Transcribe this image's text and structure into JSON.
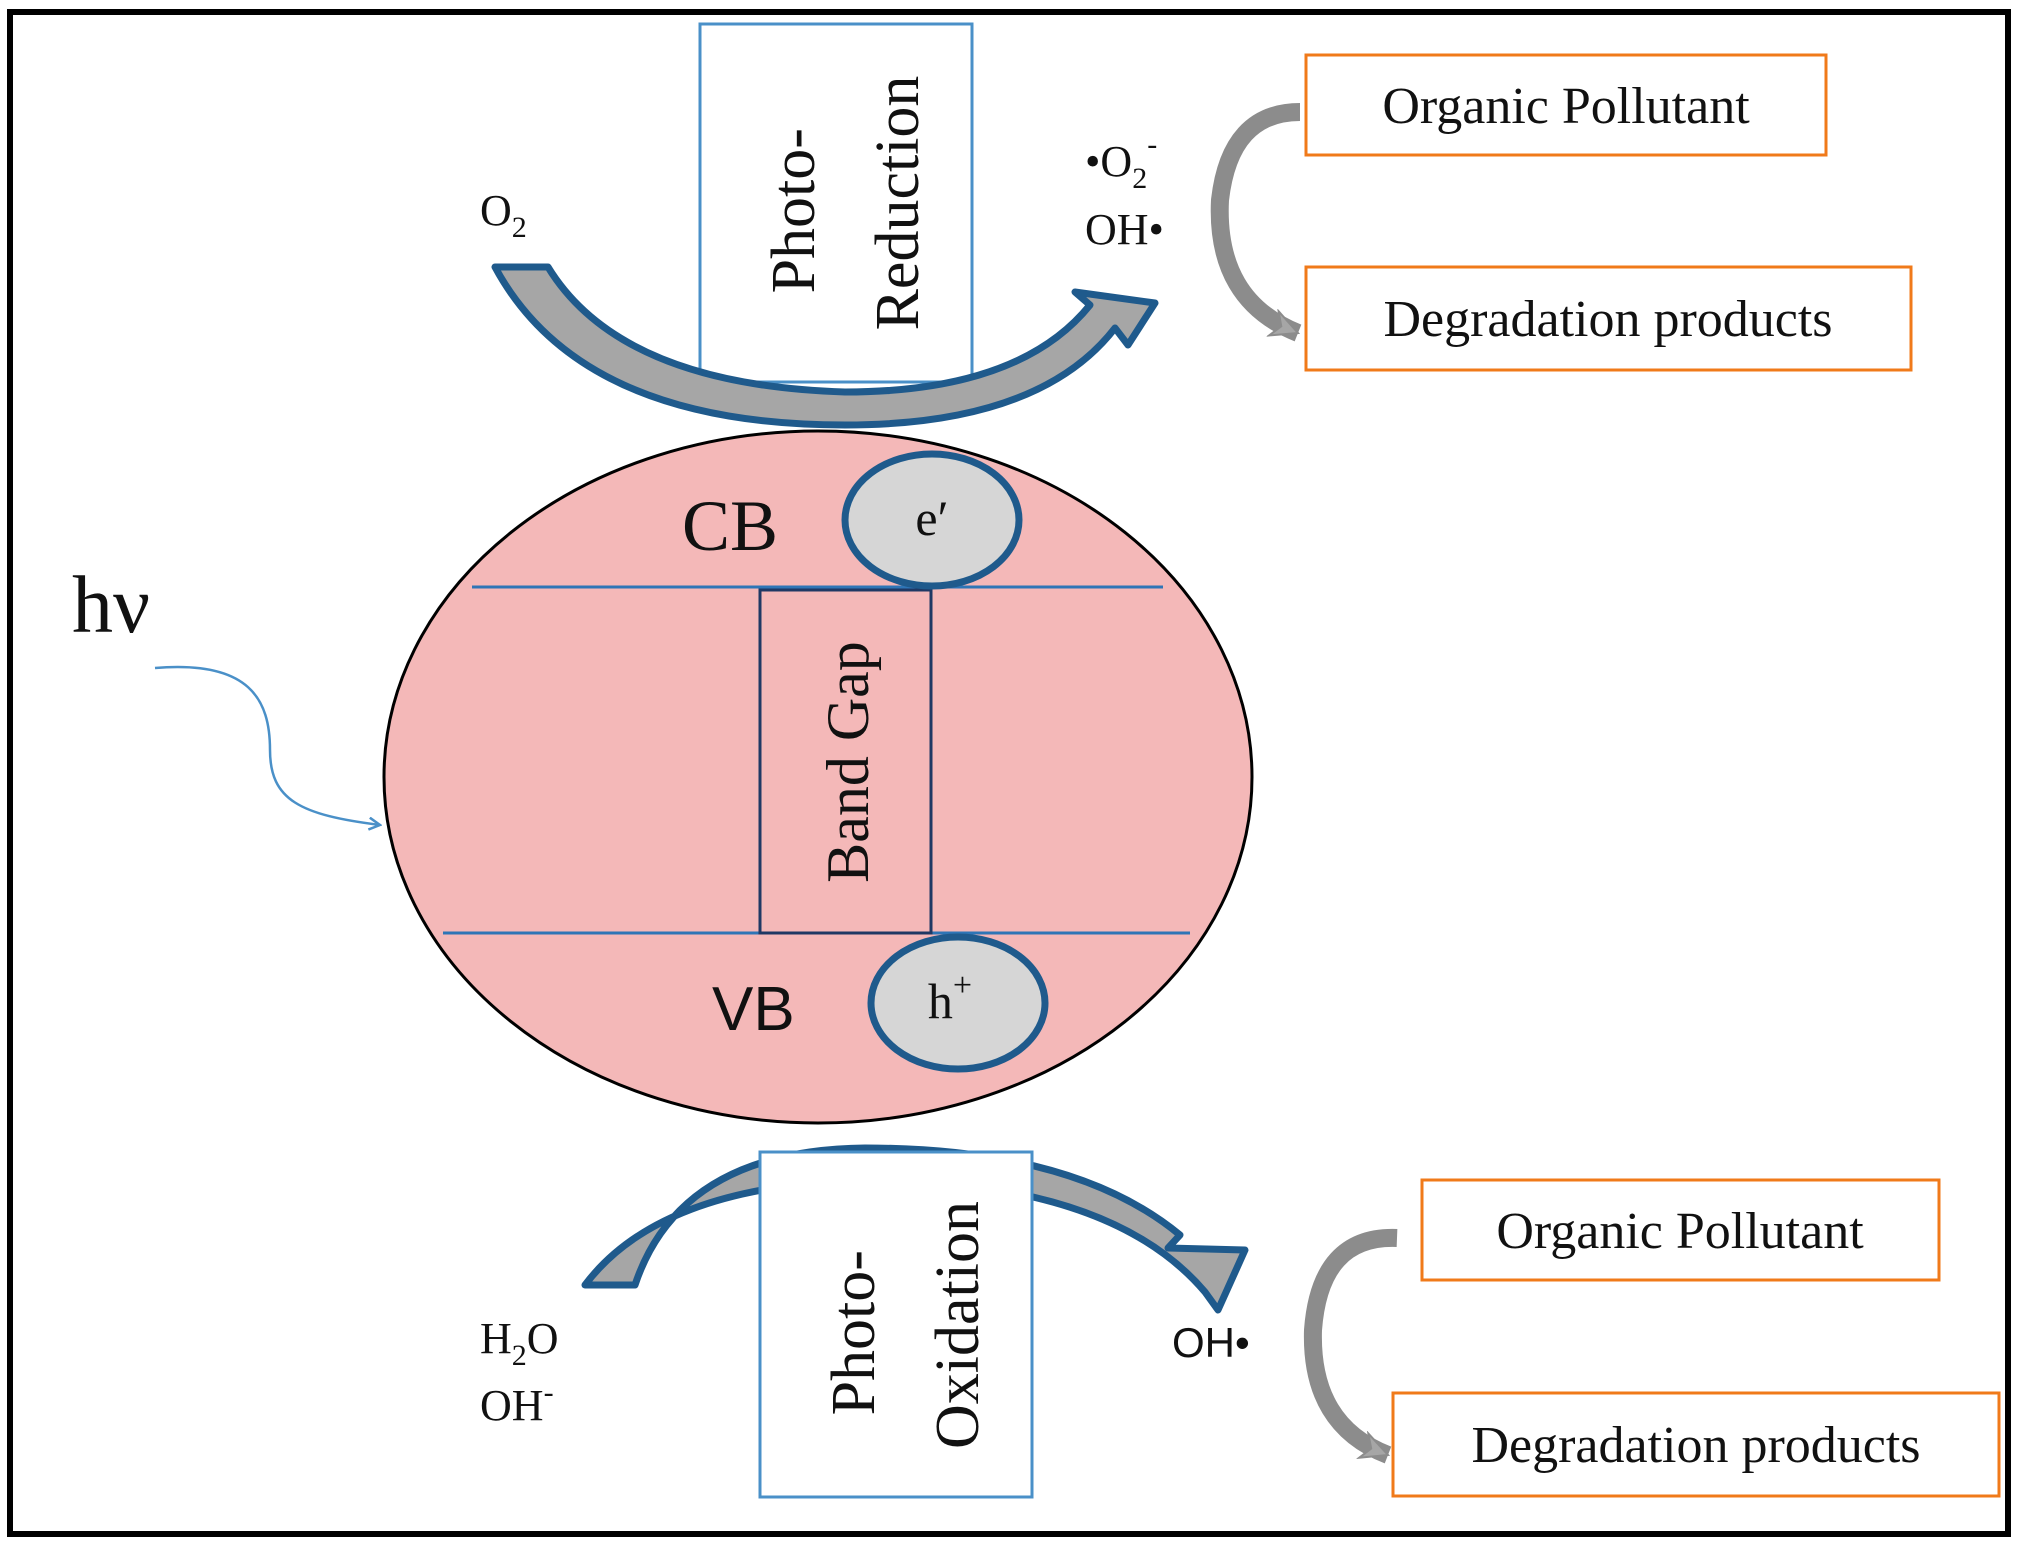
{
  "colors": {
    "frame": "#000000",
    "particle_fill": "#f4b8b8",
    "particle_stroke": "#000000",
    "band_line": "#2e75b6",
    "bandgap_box": "#1f3864",
    "carrier_fill": "#d6d6d6",
    "carrier_stroke": "#1f5a8c",
    "arrow_fill": "#a6a6a6",
    "arrow_stroke": "#1f5a8c",
    "process_box": "#4a90c8",
    "product_box": "#f07a1a",
    "cycle_arrow": "#8c8c8c",
    "light_arrow": "#4a90c8"
  },
  "light": {
    "label": "hν"
  },
  "semiconductor": {
    "cb_label": "CB",
    "vb_label": "VB",
    "band_gap_label": "Band Gap",
    "electron": {
      "base": "e",
      "sup": "′"
    },
    "hole": {
      "base": "h",
      "sup": "+"
    }
  },
  "reduction": {
    "box_line1": "Photo-",
    "box_line2": "Reduction",
    "reactant": {
      "base": "O",
      "sub": "2"
    },
    "product_line1": {
      "pre": "•O",
      "sub": "2",
      "sup": "-"
    },
    "product_line2": "OH•",
    "pollutant": "Organic Pollutant",
    "degradation": "Degradation products"
  },
  "oxidation": {
    "box_line1": "Photo-",
    "box_line2": "Oxidation",
    "reactant_line1": {
      "pre": "H",
      "sub": "2",
      "post": "O"
    },
    "reactant_line2": {
      "pre": "OH",
      "sup": "-"
    },
    "product": "OH•",
    "pollutant": "Organic Pollutant",
    "degradation": "Degradation products"
  }
}
